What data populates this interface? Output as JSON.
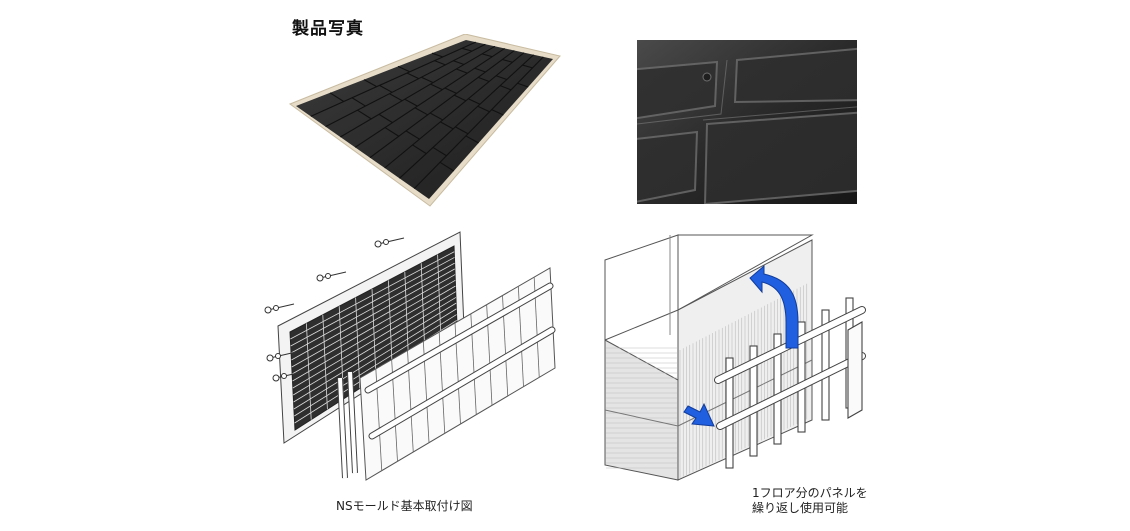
{
  "section_title": "製品写真",
  "captions": {
    "mounting": "NSモールド基本取付け図",
    "reuse_line1": "1フロア分のパネルを",
    "reuse_line2": "繰り返し使用可能"
  },
  "colors": {
    "panel_dark": "#2b2b2b",
    "panel_frame": "#e8dcc4",
    "arrow_blue": "#1f5fe0",
    "line_gray": "#555555"
  },
  "icons": {
    "up_arrow": "curved-arrow-up-icon",
    "in_arrow": "arrow-down-right-icon"
  }
}
